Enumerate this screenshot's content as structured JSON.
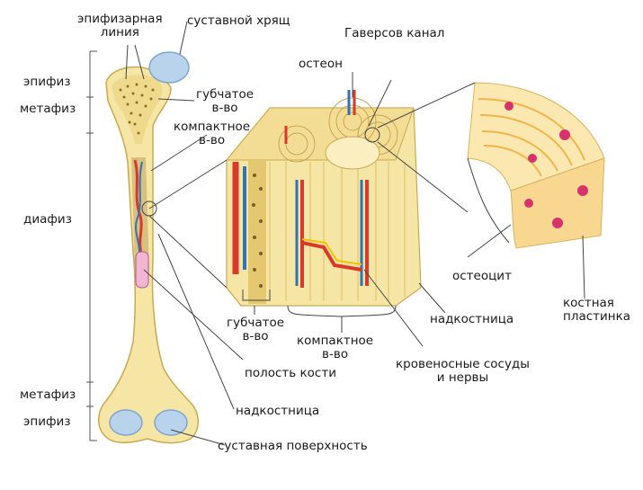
{
  "labels": {
    "epiphyseal_line": [
      "эпифизарная",
      "линия"
    ],
    "articular_cartilage": "суставной хрящ",
    "epiphysis_top": "эпифиз",
    "metaphysis_top": "метафиз",
    "spongy_top": [
      "губчатое",
      "в-во"
    ],
    "compact_top": [
      "компактное",
      "в-во"
    ],
    "diaphysis": "диафиз",
    "haversian_canal": "Гаверсов канал",
    "osteon": "остеон",
    "osteocyte": "остеоцит",
    "lamella": [
      "костная",
      "пластинка"
    ],
    "periosteum_right": "надкостница",
    "spongy_bottom": [
      "губчатое",
      "в-во"
    ],
    "compact_bottom": [
      "компактное",
      "в-во"
    ],
    "vessels_nerves": [
      "кровеносные сосуды",
      "и нервы"
    ],
    "marrow_cavity": "полость кости",
    "metaphysis_bottom": "метафиз",
    "periosteum_bottom": "надкостница",
    "epiphysis_bottom": "эпифиз",
    "articular_surface": "суставная поверхность"
  },
  "colors": {
    "bone": "#f6e6a6",
    "bone_dark": "#e8cf7a",
    "cartilage": "#b9d3ec",
    "artery": "#d8392b",
    "vein": "#2f73b8",
    "nerve": "#f2c200",
    "osteocyte": "#d6336c",
    "lamella": "#f0b54a"
  }
}
